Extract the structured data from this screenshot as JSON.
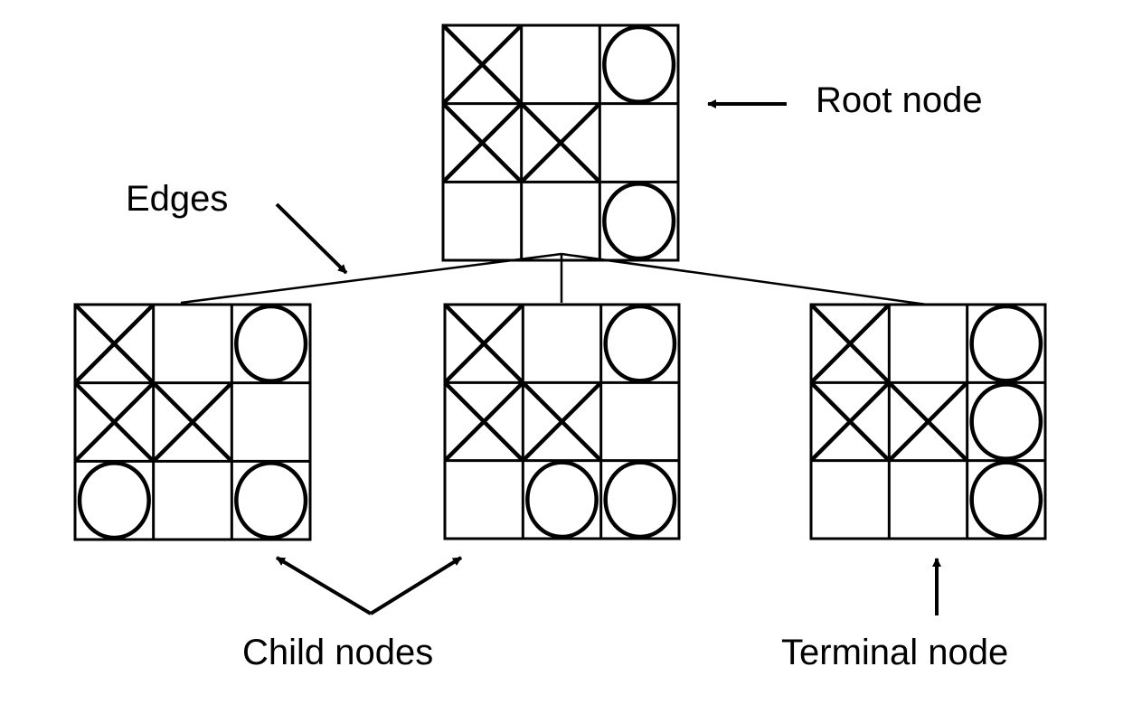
{
  "labels": {
    "root": "Root node",
    "edges": "Edges",
    "child": "Child nodes",
    "terminal": "Terminal node"
  },
  "boards": [
    {
      "id": "root",
      "cells": [
        "X",
        "",
        "O",
        "X",
        "X",
        "",
        "",
        "",
        "O"
      ]
    },
    {
      "id": "child-1",
      "cells": [
        "X",
        "",
        "O",
        "X",
        "X",
        "",
        "O",
        "",
        "O"
      ]
    },
    {
      "id": "child-2",
      "cells": [
        "X",
        "",
        "O",
        "X",
        "X",
        "",
        "",
        "O",
        "O"
      ]
    },
    {
      "id": "terminal",
      "cells": [
        "X",
        "",
        "O",
        "X",
        "X",
        "O",
        "",
        "",
        "O"
      ]
    }
  ],
  "colors": {
    "ink": "#000000",
    "background": "#ffffff"
  }
}
